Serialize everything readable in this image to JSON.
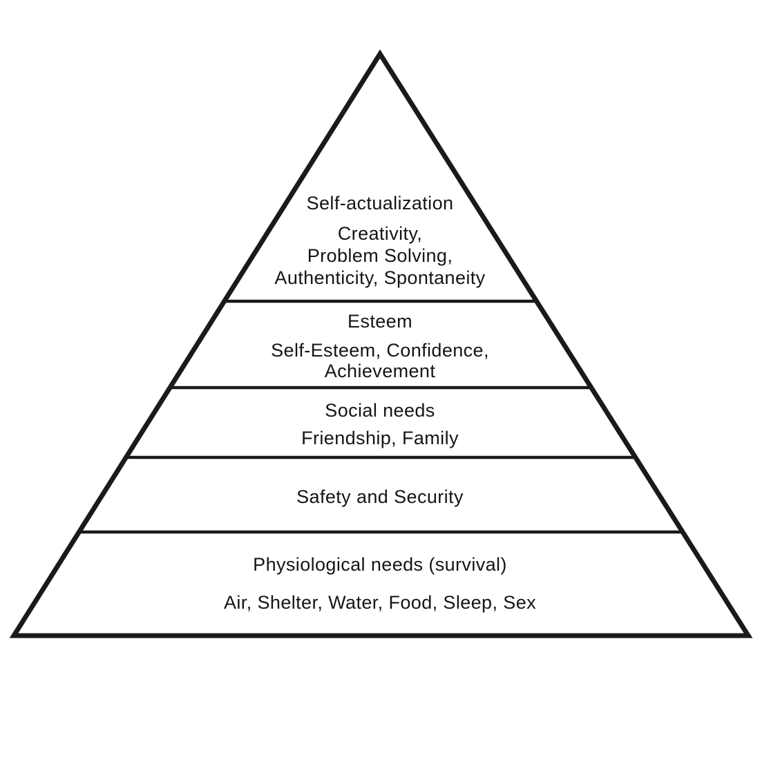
{
  "colors": {
    "line": "#1a1a1a",
    "background": "#ffffff",
    "text": "#151515"
  },
  "levels": [
    {
      "title": "Self-actualization",
      "lines": [
        "Creativity,",
        "Problem Solving,",
        "Authenticity, Spontaneity"
      ]
    },
    {
      "title": "Esteem",
      "lines": [
        "Self-Esteem, Confidence,",
        "Achievement"
      ]
    },
    {
      "title": "Social needs",
      "lines": [
        "Friendship, Family"
      ]
    },
    {
      "title": "Safety and Security",
      "lines": []
    },
    {
      "title": "Physiological needs (survival)",
      "lines": [
        "Air, Shelter, Water, Food, Sleep, Sex"
      ]
    }
  ]
}
